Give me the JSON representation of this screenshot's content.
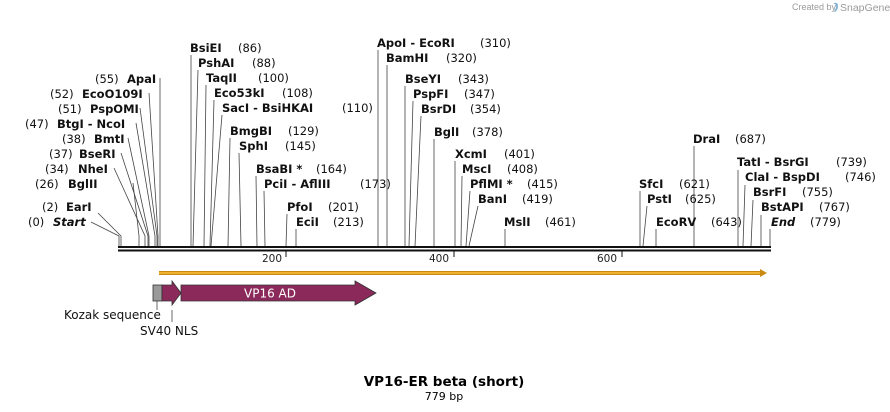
{
  "brand": {
    "created_by": "Created by",
    "name": "SnapGene"
  },
  "map": {
    "title": "VP16-ER beta (short)",
    "length_label": "779 bp",
    "length": 779,
    "ruler_ticks": [
      "200",
      "400",
      "600"
    ],
    "ends": [
      {
        "name": "Start",
        "pos": "(0)"
      },
      {
        "name": "End",
        "pos": "(779)"
      }
    ],
    "sites": [
      {
        "name": "EarI",
        "pos": "(2)"
      },
      {
        "name": "BglII",
        "pos": "(26)"
      },
      {
        "name": "NheI",
        "pos": "(34)"
      },
      {
        "name": "BseRI",
        "pos": "(37)"
      },
      {
        "name": "BmtI",
        "pos": "(38)"
      },
      {
        "name": "BtgI  - NcoI",
        "pos": "(47)"
      },
      {
        "name": "PspOMI",
        "pos": "(51)"
      },
      {
        "name": "EcoO109I",
        "pos": "(52)"
      },
      {
        "name": "ApaI",
        "pos": "(55)"
      },
      {
        "name": "BsiEI",
        "pos": "(86)"
      },
      {
        "name": "PshAI",
        "pos": "(88)"
      },
      {
        "name": "TaqII",
        "pos": "(100)"
      },
      {
        "name": "Eco53kI",
        "pos": "(108)"
      },
      {
        "name": "SacI  - BsiHKAI",
        "pos": "(110)"
      },
      {
        "name": "BmgBI",
        "pos": "(129)"
      },
      {
        "name": "SphI",
        "pos": "(145)"
      },
      {
        "name": "BsaBI *",
        "pos": "(164)"
      },
      {
        "name": "PciI  - AflIII",
        "pos": "(173)"
      },
      {
        "name": "PfoI",
        "pos": "(201)"
      },
      {
        "name": "EciI",
        "pos": "(213)"
      },
      {
        "name": "ApoI  - EcoRI",
        "pos": "(310)"
      },
      {
        "name": "BamHI",
        "pos": "(320)"
      },
      {
        "name": "BseYI",
        "pos": "(343)"
      },
      {
        "name": "PspFI",
        "pos": "(347)"
      },
      {
        "name": "BsrDI",
        "pos": "(354)"
      },
      {
        "name": "BglI",
        "pos": "(378)"
      },
      {
        "name": "XcmI",
        "pos": "(401)"
      },
      {
        "name": "MscI",
        "pos": "(408)"
      },
      {
        "name": "PflMI *",
        "pos": "(415)"
      },
      {
        "name": "BanI",
        "pos": "(419)"
      },
      {
        "name": "MslI",
        "pos": "(461)"
      },
      {
        "name": "SfcI",
        "pos": "(621)"
      },
      {
        "name": "PstI",
        "pos": "(625)"
      },
      {
        "name": "EcoRV",
        "pos": "(643)"
      },
      {
        "name": "DraI",
        "pos": "(687)"
      },
      {
        "name": "TatI  - BsrGI",
        "pos": "(739)"
      },
      {
        "name": "ClaI  - BspDI",
        "pos": "(746)"
      },
      {
        "name": "BsrFI",
        "pos": "(755)"
      },
      {
        "name": "BstAPI",
        "pos": "(767)"
      }
    ],
    "features": [
      {
        "label": "VP16 AD",
        "color": "#8b2a5a"
      },
      {
        "label": "SV40 NLS",
        "color": "#8b2a5a"
      },
      {
        "label": "Kozak sequence",
        "color": "#9a9a9a"
      }
    ],
    "orf_color": "#f0b030"
  }
}
